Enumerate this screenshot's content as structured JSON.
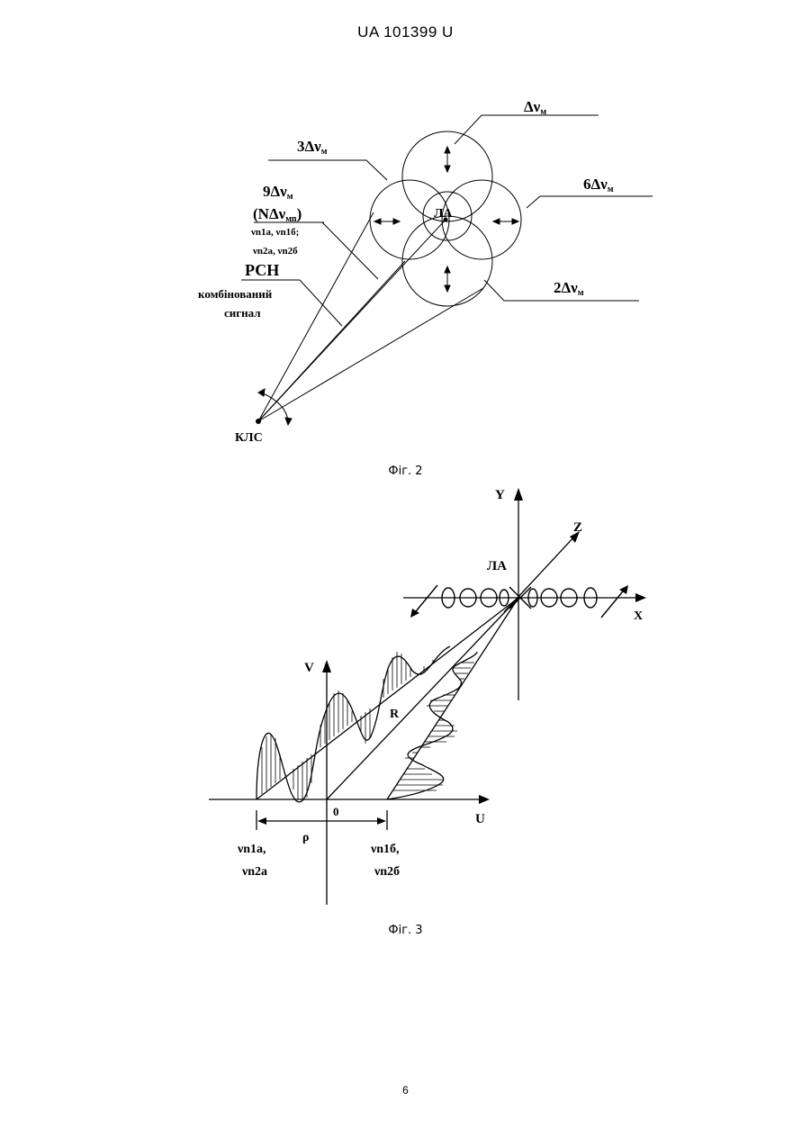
{
  "header": {
    "text": "UA   101399   U"
  },
  "page_number": "6",
  "fig2": {
    "caption": "Фіг. 2",
    "labels": {
      "dnu_m": "Δν",
      "dnu_m_sub": "м",
      "three_dnu": "3Δν",
      "three_dnu_sub": "м",
      "six_dnu": "6Δν",
      "six_dnu_sub": "м",
      "two_dnu": "2Δν",
      "two_dnu_sub": "м",
      "nine_dnu": "9Δν",
      "nine_dnu_sub": "м",
      "n_dnu_open": "(NΔν",
      "n_dnu_sub": "мn",
      "n_dnu_close": ")",
      "nu_line1": "νn1a, νn1б;",
      "nu_line2": "νn2a, νn2б",
      "rsn": "РСН",
      "combined_line1": "комбінований",
      "combined_line2": "сигнал",
      "la": "ЛА",
      "kls": "КЛС"
    }
  },
  "fig3": {
    "caption": "Фіг. 3",
    "labels": {
      "axis_y": "Y",
      "axis_z": "Z",
      "axis_x": "X",
      "la": "ЛА",
      "axis_v": "V",
      "axis_u": "U",
      "r": "R",
      "zero": "0",
      "rho": "ρ",
      "nu_left_1": "νn1a,",
      "nu_left_2": "νn2a",
      "nu_right_1": "νn1б,",
      "nu_right_2": "νn2б"
    }
  }
}
